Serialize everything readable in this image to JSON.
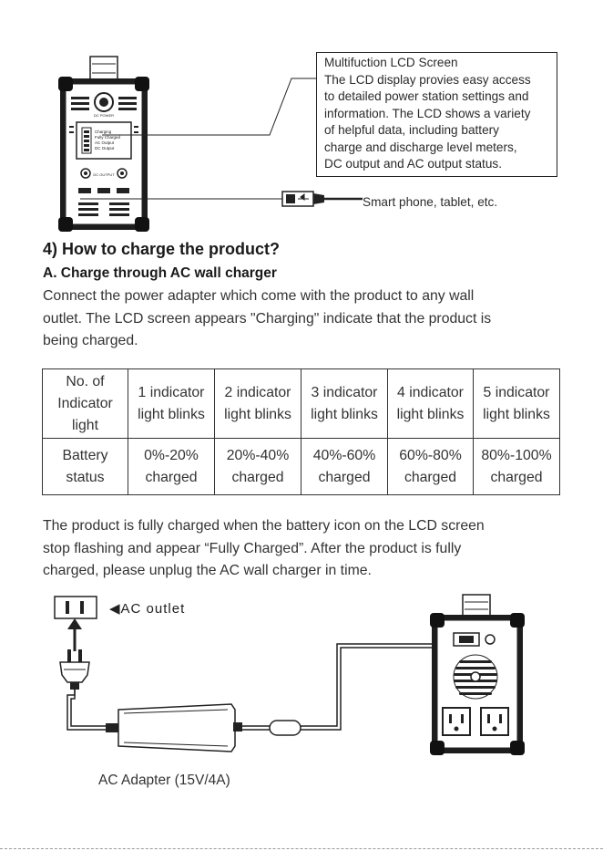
{
  "top_diagram": {
    "callout_lines": [
      "Multifuction LCD Screen",
      "The LCD display provies easy access",
      "to detailed power station settings and",
      "information. The LCD shows a variety",
      "of helpful data, including battery",
      "charge and discharge level meters,",
      "DC output and AC output status."
    ],
    "usb_label": "Smart phone, tablet, etc.",
    "device": {
      "power_label": "DC POWER",
      "lcd_lines": [
        "Charging",
        "Fully Charged",
        "AC Output",
        "DC Output"
      ],
      "dc_output_label": "DC OUTPUT"
    }
  },
  "section": {
    "heading": "4) How to charge the product?",
    "subheading": "A. Charge through AC wall charger",
    "para1_lines": [
      "Connect the power adapter which come with the product to any wall",
      "outlet. The LCD screen appears \"Charging\" indicate that the product is",
      "being charged."
    ]
  },
  "table": {
    "header": {
      "lines": [
        "No. of",
        "Indicator",
        "light"
      ]
    },
    "indicator_cells": [
      [
        "1 indicator",
        "light blinks"
      ],
      [
        "2 indicator",
        "light blinks"
      ],
      [
        "3 indicator",
        "light blinks"
      ],
      [
        "4 indicator",
        "light blinks"
      ],
      [
        "5 indicator",
        "light blinks"
      ]
    ],
    "status_header": {
      "lines": [
        "Battery",
        "status"
      ]
    },
    "status_cells": [
      [
        "0%-20%",
        "charged"
      ],
      [
        "20%-40%",
        "charged"
      ],
      [
        "40%-60%",
        "charged"
      ],
      [
        "60%-80%",
        "charged"
      ],
      [
        "80%-100%",
        "charged"
      ]
    ]
  },
  "para2_lines": [
    "The product is fully charged when the battery icon on the LCD screen",
    "stop flashing and appear “Fully Charged”. After the product is fully",
    "charged, please unplug the AC wall charger in time."
  ],
  "bottom_diagram": {
    "ac_outlet_label": "◀AC outlet",
    "adapter_label": "AC Adapter (15V/4A)"
  }
}
